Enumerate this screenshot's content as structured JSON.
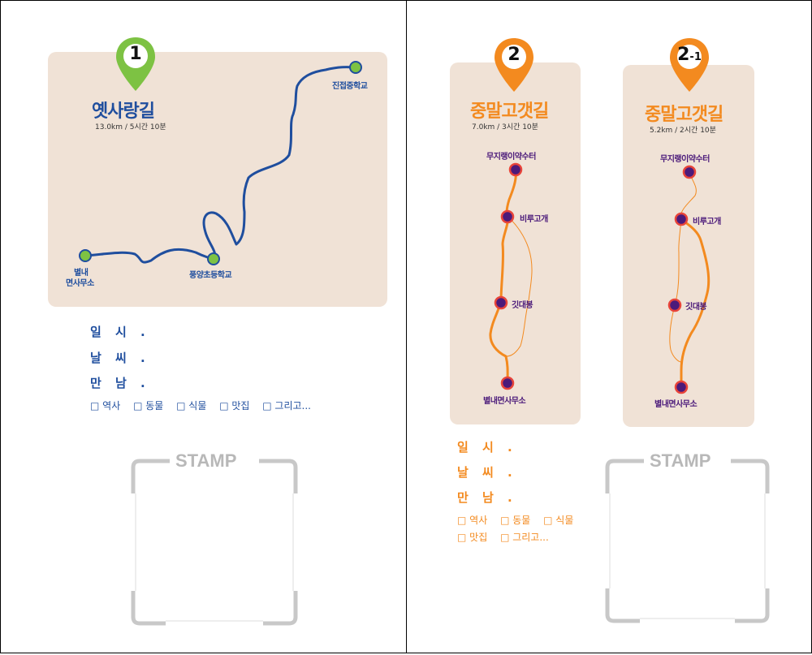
{
  "trail1": {
    "badge": "1",
    "title": "옛사랑길",
    "meta": "13.0km / 5시간 10분",
    "stops": [
      "진접중학교",
      "풍양초등학교",
      "별내",
      "면사무소"
    ],
    "color": "#1f4e9e",
    "accent": "#7dc243"
  },
  "trail2": {
    "badge": "2",
    "title": "중말고갯길",
    "meta": "7.0km / 3시간 10분",
    "stops": [
      "무지랭이약수터",
      "비루고개",
      "깃대봉",
      "별내면사무소"
    ],
    "color": "#f38a1f"
  },
  "trail21": {
    "badge_main": "2",
    "badge_sub": "-1",
    "title": "중말고갯길",
    "meta": "5.2km / 2시간 10분",
    "stops": [
      "무지랭이약수터",
      "비루고개",
      "깃대봉",
      "별내면사무소"
    ],
    "color": "#f38a1f"
  },
  "form": {
    "date": "일 시 .",
    "weather": "날 씨 .",
    "meet": "만 남 .",
    "options": [
      "□ 역사",
      "□ 동물",
      "□ 식물",
      "□ 맛집",
      "□ 그리고..."
    ]
  },
  "stamp": {
    "label": "STAMP"
  }
}
